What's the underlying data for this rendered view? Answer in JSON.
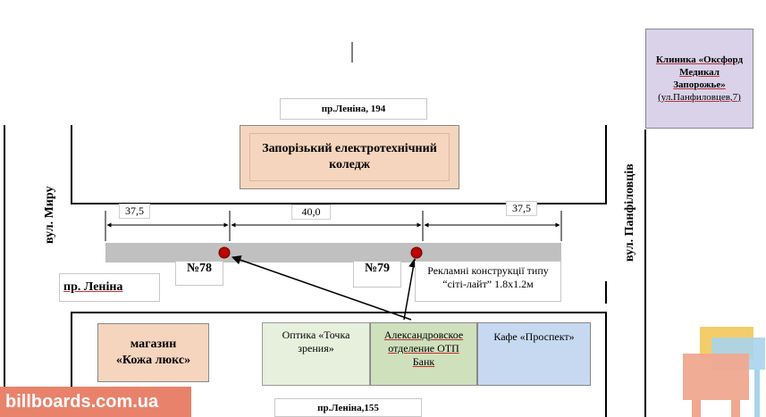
{
  "streets": {
    "top_address": "пр.Леніна, 194",
    "bottom_address": "пр.Леніна,155",
    "left_street": "вул. Миру",
    "right_street": "вул. Панфіловців",
    "mid_street": "пр. Леніна"
  },
  "buildings": {
    "college": "Запорізький електротехнічний коледж",
    "clinic_title": "Клиника «Оксфорд Медикал Запорожье»",
    "clinic_address": "(ул.Панфиловцев,7)",
    "leather_shop": "магазин «Кожа люкс»",
    "optics": "Оптика «Точка зрения»",
    "bank": "Александровское отделение ОТП Банк",
    "cafe": "Кафе «Проспект»"
  },
  "dimensions": [
    "37,5",
    "40,0",
    "37,5"
  ],
  "billboards": {
    "n78": "№78",
    "n79": "№79",
    "caption": "Рекламні конструкції типу “сіті-лайт” 1.8х1.2м"
  },
  "watermark": "billboards.com.ua",
  "colors": {
    "college": "#f5d5bd",
    "clinic": "#d9d2e9",
    "shop": "#f5d5bd",
    "optics": "#e7f0dc",
    "bank": "#cfe0bd",
    "cafe": "#c6d9f0",
    "road": "#c0c0c0",
    "marker": "#c00000",
    "watermark": "#e8826b"
  }
}
